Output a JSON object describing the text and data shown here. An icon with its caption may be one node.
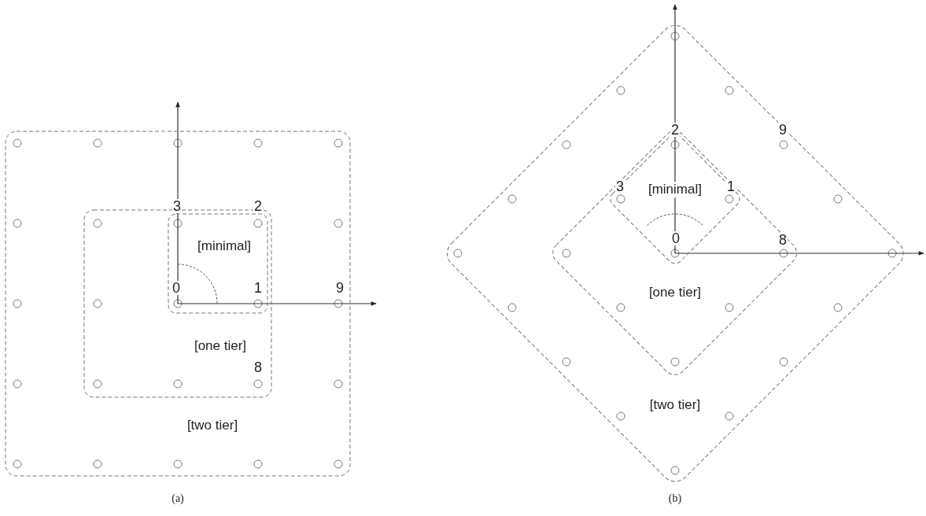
{
  "diagram": {
    "nodes": [
      {
        "text": [
          "[two tier]"
        ]
      },
      {
        "text": [
          "[one tier]"
        ],
        "in": 0
      },
      {
        "text": [
          "[minimal]"
        ],
        "in": 1
      },
      {
        "text": [
          "[two tier]"
        ]
      },
      {
        "text": [
          "[one tier]"
        ],
        "in": 3
      },
      {
        "text": [
          "[minimal]"
        ],
        "in": 4
      }
    ],
    "labels": [
      "3",
      "2",
      "0",
      "1",
      "9",
      "8",
      "2",
      "9",
      "3",
      "1",
      "0",
      "8",
      "(a)",
      "(b)"
    ]
  }
}
